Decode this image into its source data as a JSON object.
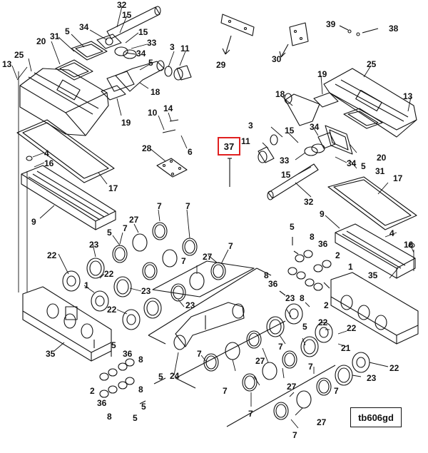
{
  "figure_id": "tb606gd",
  "highlighted_callout": "37",
  "colors": {
    "line": "#111111",
    "highlight": "#e02020",
    "background": "#ffffff"
  },
  "callouts": {
    "c32a": "32",
    "c15a": "15",
    "c34a": "34",
    "c5a": "5",
    "c31a": "31",
    "c15b": "15",
    "c33a": "33",
    "c20a": "20",
    "c34b": "34",
    "c3a": "3",
    "c11a": "11",
    "c25a": "25",
    "c13a": "13",
    "c5b": "5",
    "c18a": "18",
    "c19a": "19",
    "c10a": "10",
    "c14a": "14",
    "c6a": "6",
    "c28a": "28",
    "c4a": "4",
    "c16a": "16",
    "c17a": "17",
    "c9a": "9",
    "c29": "29",
    "c30": "30",
    "c39": "39",
    "c38": "38",
    "c25b": "25",
    "c19b": "19",
    "c18b": "18",
    "c13b": "13",
    "c3b": "3",
    "c15c": "15",
    "c34c": "34",
    "c11b": "11",
    "c33b": "33",
    "c34d": "34",
    "c5c": "5",
    "c20b": "20",
    "c31b": "31",
    "c15d": "15",
    "c32b": "32",
    "c17b": "17",
    "c9b": "9",
    "c4b": "4",
    "c16b": "16",
    "c7a": "7",
    "c27a": "27",
    "c7b": "7",
    "c5d": "5",
    "c23a": "23",
    "c22a": "22",
    "c22b": "22",
    "c1a": "1",
    "c23b": "23",
    "c22c": "22",
    "c7c": "7",
    "c7d": "7",
    "c27b": "27",
    "c7e": "7",
    "c23c": "23",
    "c35a": "35",
    "c24": "24",
    "c5e": "5",
    "c2a": "2",
    "c36a": "36",
    "c8a": "8",
    "c8b": "8",
    "c36b": "36",
    "c5f": "5",
    "c5g": "5",
    "c5h": "5",
    "c8c": "8",
    "c36c": "36",
    "c2b": "2",
    "c8d": "8",
    "c36d": "36",
    "c8e": "8",
    "c2c": "2",
    "c35b": "35",
    "c1b": "1",
    "c23d": "23",
    "c22d": "22",
    "c5i": "5",
    "c22e": "22",
    "c21": "21",
    "c22f": "22",
    "c7f": "7",
    "c27c": "27",
    "c7g": "7",
    "c7h": "7",
    "c27d": "27",
    "c7i": "7",
    "c23e": "23",
    "c7j": "7",
    "c27e": "27",
    "c7k": "7",
    "c7l": "7",
    "c5j": "5",
    "c8f": "8"
  }
}
